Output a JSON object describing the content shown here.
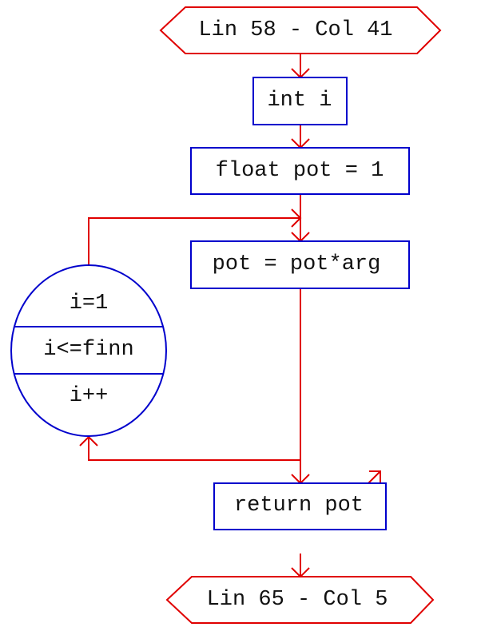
{
  "flowchart": {
    "start_terminal": "Lin 58 - Col 41",
    "declare_i": "int i",
    "declare_pot": "float pot = 1",
    "loop_body": "pot = pot*arg",
    "loop": {
      "init": "i=1",
      "condition": "i<=finn",
      "increment": "i++"
    },
    "return_statement": "return pot",
    "end_terminal": "Lin 65 - Col 5"
  },
  "colors": {
    "terminal_border": "#e00000",
    "box_border": "#0000cc",
    "connector": "#e00000",
    "text": "#111111",
    "background": "#ffffff"
  }
}
